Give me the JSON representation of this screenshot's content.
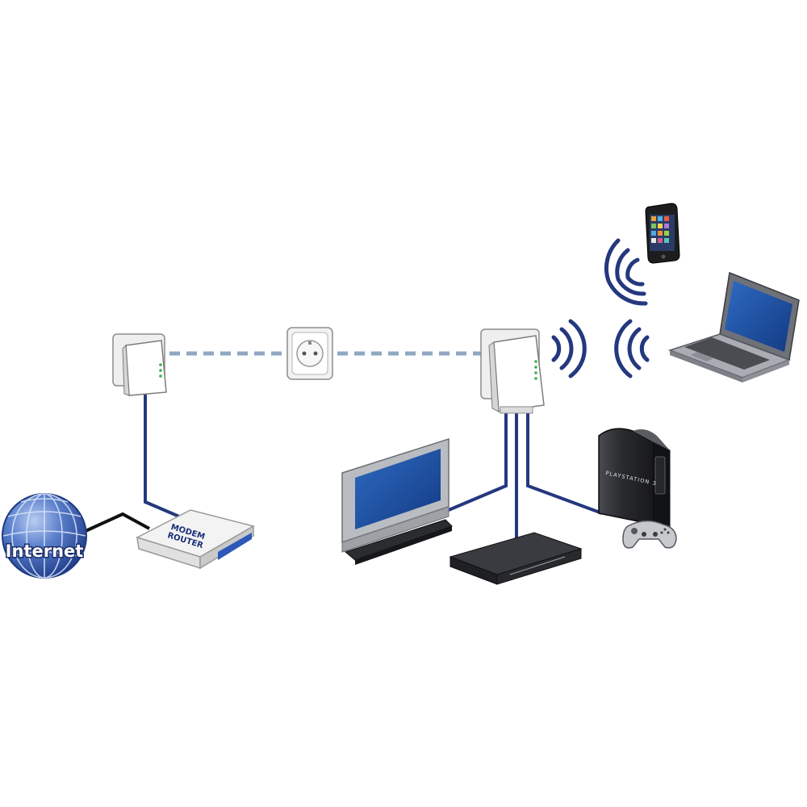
{
  "globe": {
    "label": "Internet"
  },
  "router": {
    "line1": "MODEM",
    "line2": "ROUTER"
  },
  "console": {
    "label": "PLAYSTATION 3"
  },
  "colors": {
    "cable": "#24387f",
    "powerline": "#8fa7c3",
    "globe": "#3b5fb5",
    "screen": "#1b4c9a",
    "device_dark": "#2a2a2e"
  },
  "devices": [
    "internet-globe",
    "modem-router",
    "powerline-adapter-left",
    "wall-socket",
    "powerline-wifi-adapter",
    "tv",
    "set-top-box",
    "game-console",
    "game-controller",
    "smartphone",
    "laptop"
  ]
}
